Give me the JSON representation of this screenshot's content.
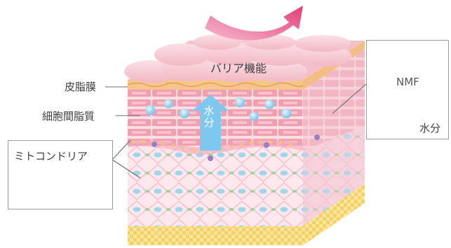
{
  "labels": {
    "barrier": "バリア機能",
    "sebum_film": "皮脂膜",
    "intercellular_lipid": "細胞間脂質",
    "mitochondria": "ミトコンドリア",
    "water_arrow": "水分",
    "nmf": "NMF",
    "nmf_water": "水分"
  },
  "colors": {
    "sebum": "#f5c58a",
    "skin_pink": "#f7c9d2",
    "brick": "#eea2b1",
    "arrow_magenta": "#e0457b",
    "water_blue": "#7cc6ea",
    "lower_layer": "#fde8ee",
    "base_yellow": "#f8e08a"
  }
}
